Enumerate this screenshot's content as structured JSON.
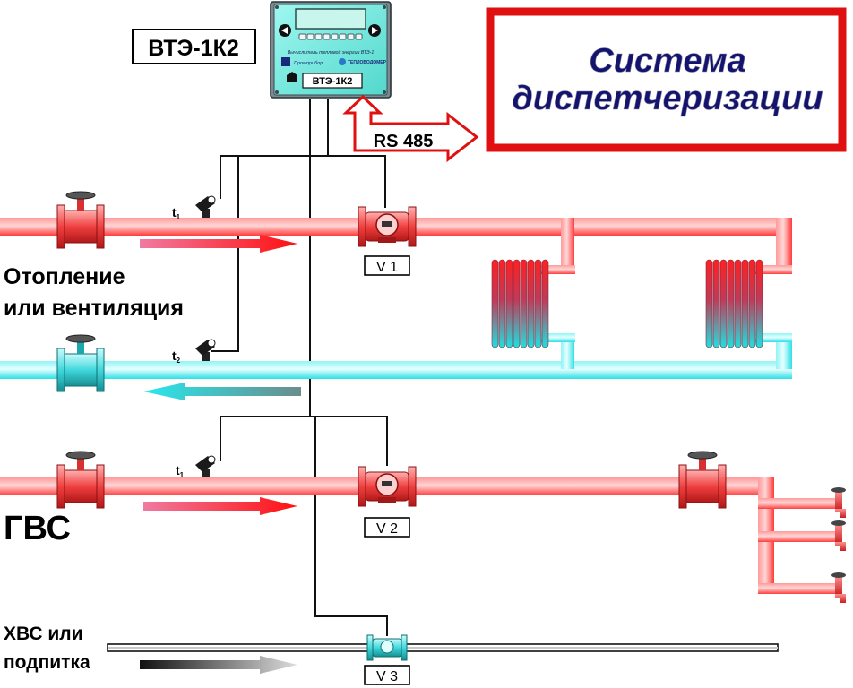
{
  "device": {
    "tag": "ВТЭ-1К2",
    "panel_label": "ВТЭ-1К2",
    "caption": "Вычислитель тепловой энергии ВТЭ-1",
    "brand_left": "Промприбор",
    "brand_right": "ТЕПЛОВОДОМЕР"
  },
  "dispatch": {
    "title_line1": "Система",
    "title_line2": "диспетчеризации",
    "border_color": "#e01010",
    "text_color": "#14146e"
  },
  "link": {
    "label": "RS 485"
  },
  "circuits": {
    "heating": {
      "line1": "Отопление",
      "line2": "или вентиляция"
    },
    "hot_water": {
      "label": "ГВС"
    },
    "cold_water": {
      "line1": "ХВС или",
      "line2": "подпитка"
    }
  },
  "sensors": {
    "t_supply": "t",
    "t_supply_sub": "1",
    "t_return": "t",
    "t_return_sub": "2",
    "t_hw": "t",
    "t_hw_sub": "1"
  },
  "meters": {
    "v1": "V 1",
    "v2": "V 2",
    "v3": "V 3"
  },
  "colors": {
    "hot": "#f23a3a",
    "cold": "#36e0e6",
    "wire": "#111111"
  }
}
